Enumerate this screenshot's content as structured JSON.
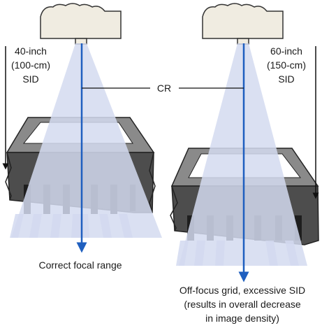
{
  "left": {
    "sid_line1": "40-inch",
    "sid_line2": "(100-cm)",
    "sid_line3": "SID",
    "caption": "Correct focal range"
  },
  "right": {
    "sid_line1": "60-inch",
    "sid_line2": "(150-cm)",
    "sid_line3": "SID",
    "caption_line1": "Off-focus grid, excessive SID",
    "caption_line2": "(results in overall decrease",
    "caption_line3": "in image density)"
  },
  "cr_label": "CR",
  "colors": {
    "beam": "#d3daf0",
    "central_ray": "#1f5fbf",
    "tube": "#f0ece1",
    "grid_body": "#4d4d4d",
    "grid_top": "#8a8a8a"
  }
}
